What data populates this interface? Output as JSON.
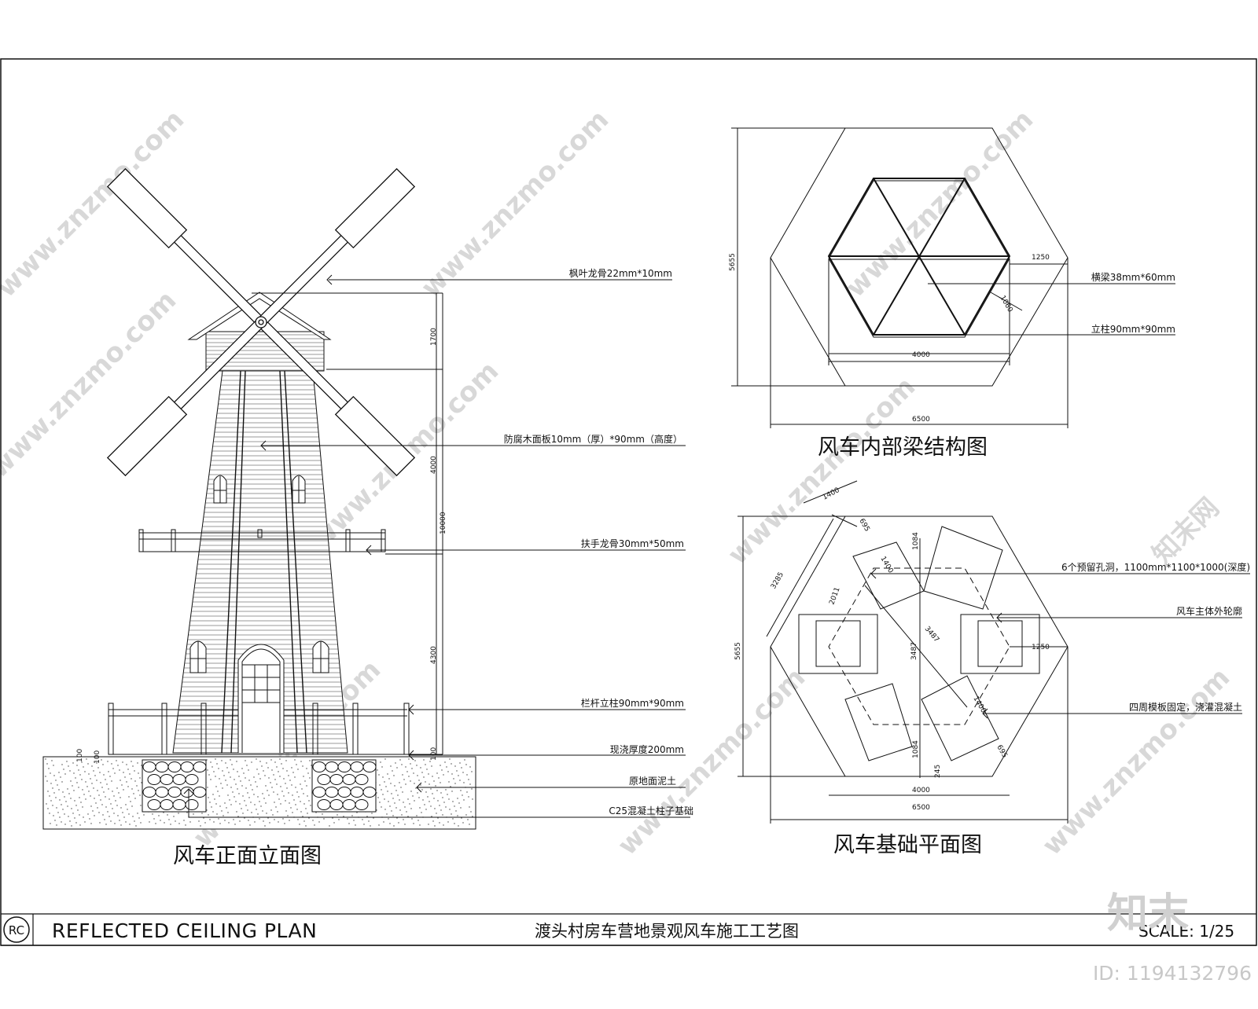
{
  "title_block": {
    "badge": "RC",
    "plan_name": "REFLECTED CEILING PLAN",
    "project_title": "渡头村房车营地景观风车施工工艺图",
    "scale": "SCALE: 1/25"
  },
  "watermark": {
    "url_text": "www.znzmo.com",
    "brand_text": "知末网",
    "logo_text": "知末",
    "image_id": "ID: 1194132796"
  },
  "elevation": {
    "caption": "风车正面立面图",
    "annotations": [
      "枫叶龙骨22mm*10mm",
      "防腐木面板10mm（厚）*90mm（高度）",
      "扶手龙骨30mm*50mm",
      "栏杆立柱90mm*90mm",
      "现浇厚度200mm",
      "原地面泥土",
      "C25混凝土柱子基础"
    ],
    "dims": [
      "1700",
      "4000",
      "10000",
      "4300",
      "100",
      "100",
      "100"
    ]
  },
  "beam_plan": {
    "caption": "风车内部梁结构图",
    "annotations": [
      "横梁38mm*60mm",
      "立柱90mm*90mm"
    ],
    "dims": [
      "5655",
      "1250",
      "1060",
      "4000",
      "6500"
    ]
  },
  "foundation_plan": {
    "caption": "风车基础平面图",
    "annotations": [
      "6个预留孔洞，1100mm*1100*1000(深度)",
      "风车主体外轮廓",
      "四周模板固定，浇灌混凝土"
    ],
    "dims": [
      "1400",
      "695",
      "3285",
      "1400",
      "2011",
      "1084",
      "3487",
      "3487",
      "5655",
      "1250",
      "1400",
      "695",
      "1084",
      "245",
      "4000",
      "6500"
    ]
  }
}
